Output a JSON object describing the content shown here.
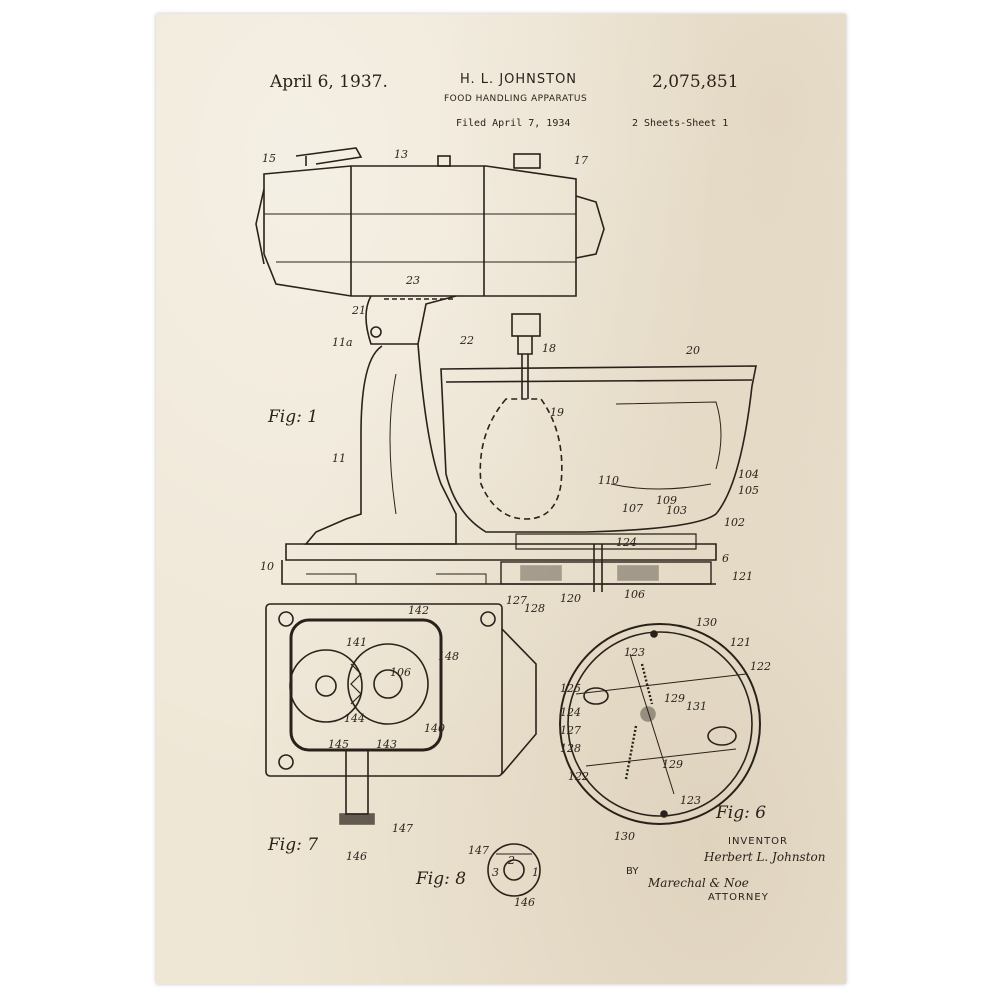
{
  "header": {
    "date": "April 6, 1937.",
    "inventor": "H. L. JOHNSTON",
    "patent_number": "2,075,851",
    "title": "FOOD HANDLING APPARATUS",
    "filed": "Filed April 7, 1934",
    "sheets": "2 Sheets-Sheet 1"
  },
  "figures": {
    "fig1": "Fig: 1",
    "fig6": "Fig: 6",
    "fig7": "Fig: 7",
    "fig8": "Fig: 8"
  },
  "reference_numerals": {
    "fig1": [
      "15",
      "13",
      "17",
      "23",
      "21",
      "11a",
      "22",
      "18",
      "20",
      "19",
      "11",
      "10",
      "110",
      "107",
      "109",
      "103",
      "104",
      "105",
      "102",
      "124",
      "6",
      "121",
      "127",
      "128",
      "120",
      "106"
    ],
    "fig7": [
      "142",
      "141",
      "106",
      "148",
      "144",
      "140",
      "143",
      "145",
      "147",
      "146"
    ],
    "fig6": [
      "130",
      "123",
      "121",
      "122",
      "125",
      "124",
      "127",
      "128",
      "129",
      "131",
      "122",
      "129",
      "123",
      "130"
    ],
    "fig8": [
      "147",
      "2",
      "3",
      "1",
      "146"
    ]
  },
  "signature_block": {
    "inventor_label": "INVENTOR",
    "inventor_name": "Herbert L. Johnston",
    "by": "BY",
    "attorney_name": "Marechal & Noe",
    "attorney_label": "ATTORNEY"
  }
}
